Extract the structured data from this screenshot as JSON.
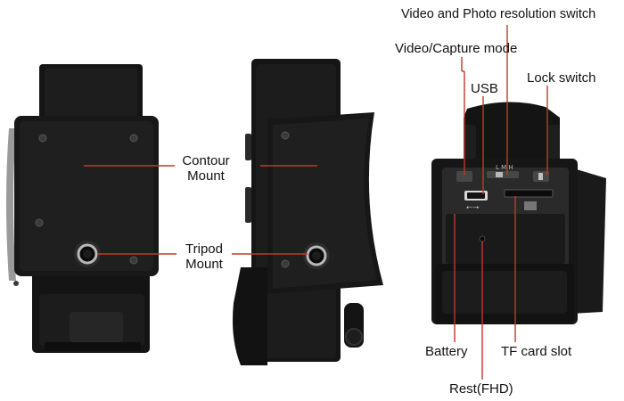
{
  "labels": {
    "contour_mount_line1": "Contour",
    "contour_mount_line2": "Mount",
    "tripod_mount_line1": "Tripod",
    "tripod_mount_line2": "Mount",
    "resolution_switch": "Video and Photo resolution switch",
    "capture_mode": "Video/Capture mode",
    "usb": "USB",
    "lock_switch": "Lock switch",
    "battery": "Battery",
    "tf_card_slot": "TF card slot",
    "reset": "Rest(FHD)"
  },
  "switch_marks": {
    "resolution": "L M H",
    "usb_symbol": "⭠⭢"
  },
  "colors": {
    "callout_line": "#c0392b",
    "device_body": "#161616",
    "device_edge": "#2c2c2c",
    "text": "#111111"
  }
}
